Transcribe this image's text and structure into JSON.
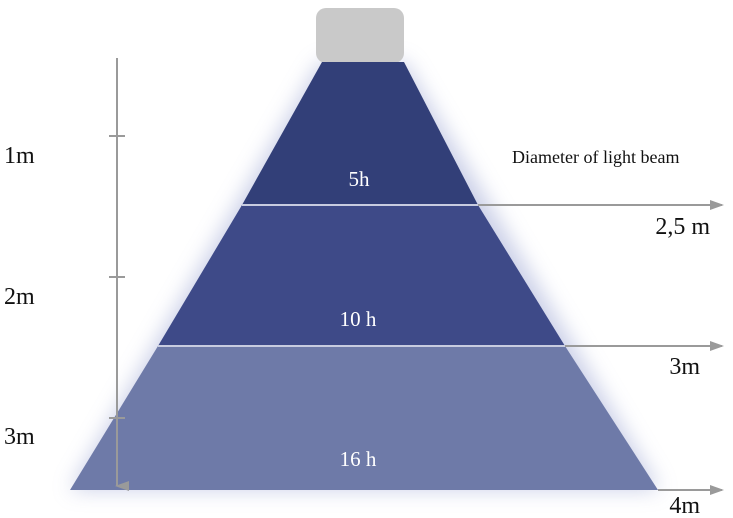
{
  "diagram": {
    "title": "Diameter of light beam",
    "distances": [
      "1m",
      "2m",
      "3m"
    ],
    "zones": [
      "5h",
      "10 h",
      "16 h"
    ],
    "diameters": [
      "2,5 m",
      "3m",
      "4m"
    ],
    "colors": {
      "lamp": "#c9c9c9",
      "zone_top": "#323f78",
      "zone_mid": "#3e4a88",
      "zone_bottom": "#6e7aa8",
      "glow": "#b9c0e0",
      "line": "#9a9a9a"
    }
  }
}
